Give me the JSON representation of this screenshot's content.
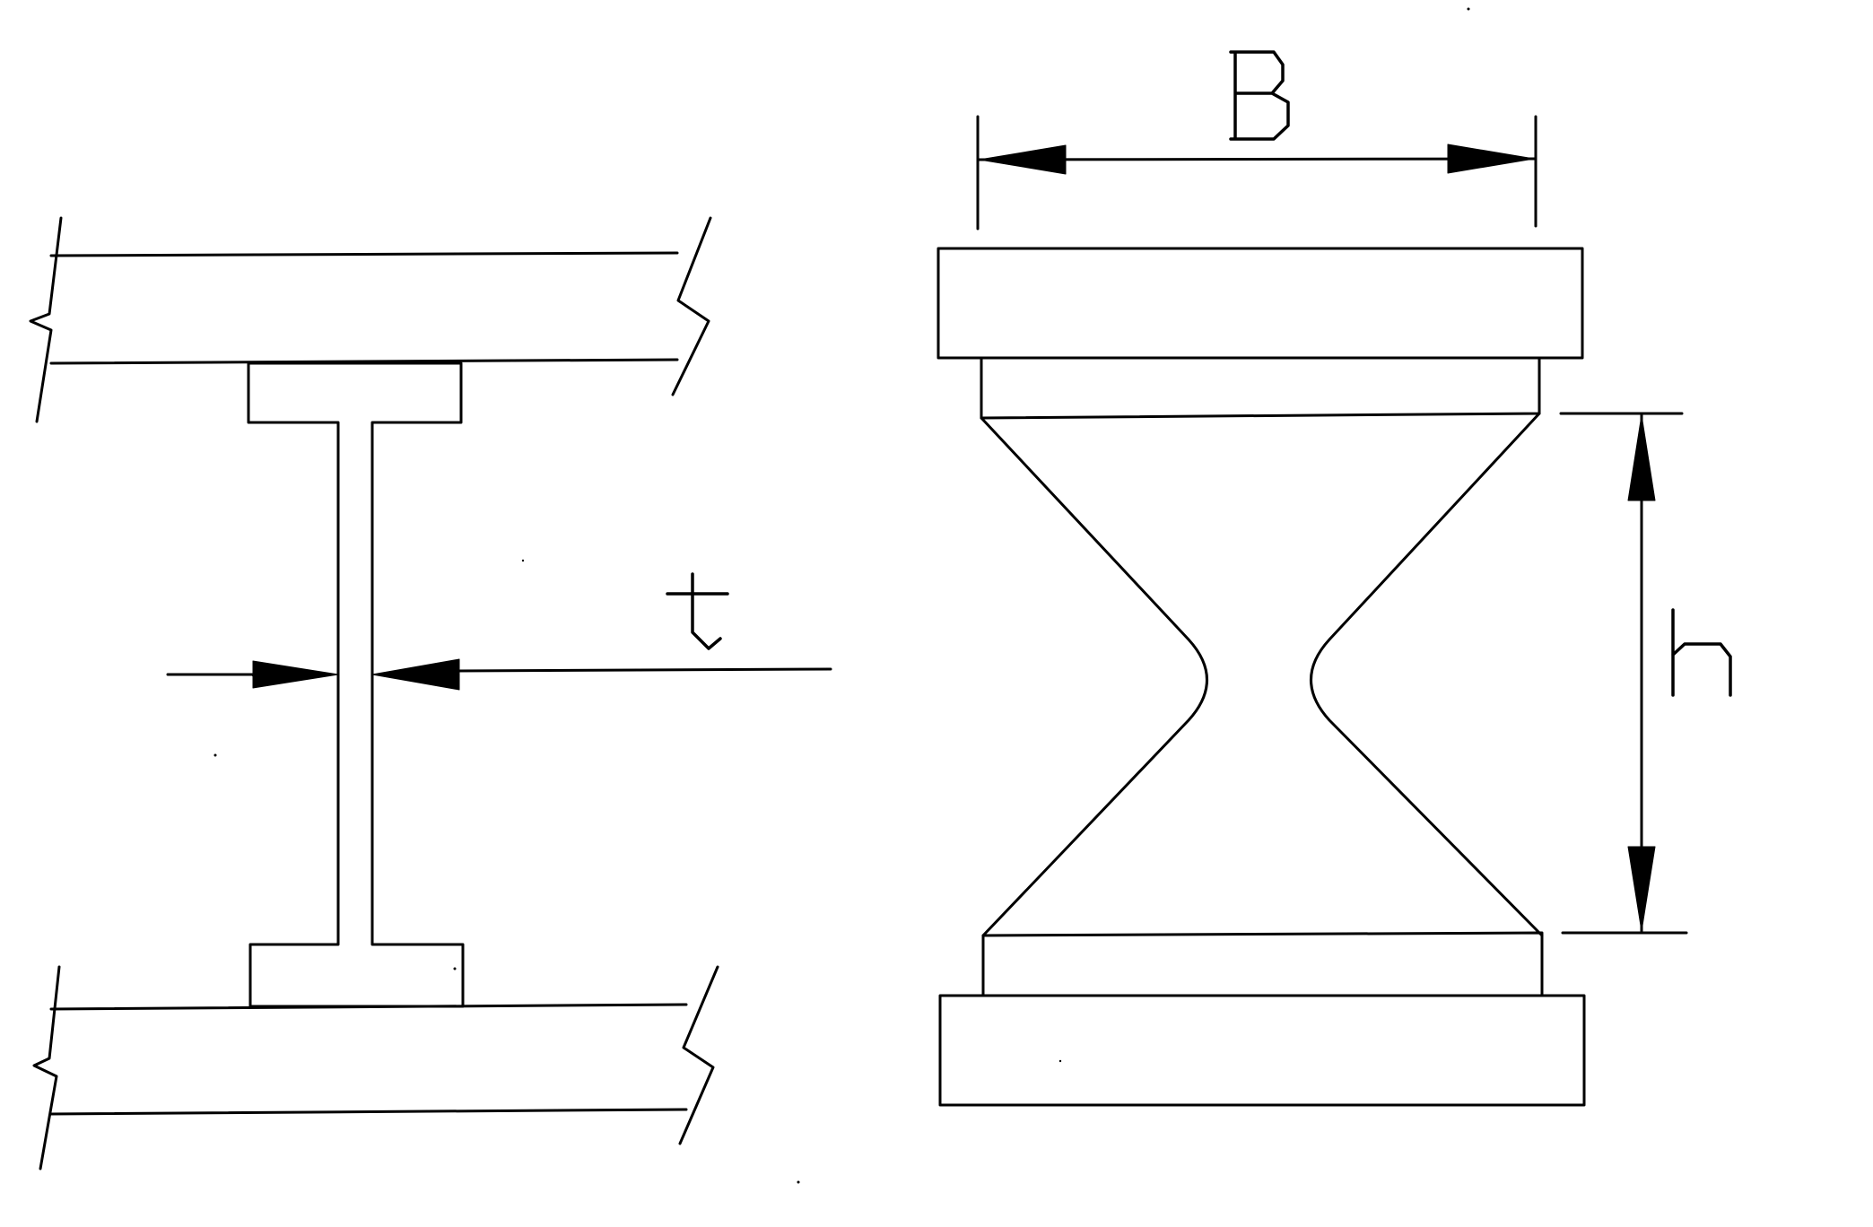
{
  "labels": {
    "thickness": "t",
    "width": "B",
    "height": "h"
  },
  "colors": {
    "line": "#000000",
    "background": "#ffffff"
  }
}
